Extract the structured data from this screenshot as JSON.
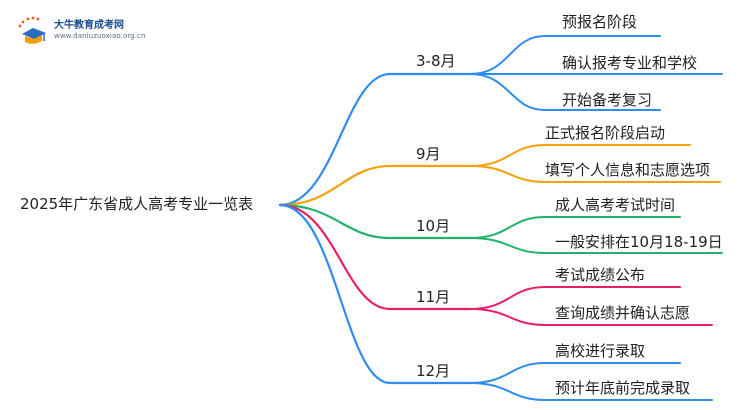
{
  "logo": {
    "title": "大牛教育成考网",
    "url": "www.daniuzuoxiao.org.cn",
    "icon": "graduation-cap-logo",
    "colors": {
      "cap": "#2b6cc4",
      "book": "#f2a000",
      "dots": "#f05a28"
    }
  },
  "root": {
    "label": "2025年广东省成人高考专业一览表"
  },
  "branches": [
    {
      "month": "3-8月",
      "color": "#2f8cf0",
      "items": [
        "预报名阶段",
        "确认报考专业和学校",
        "开始备考复习"
      ]
    },
    {
      "month": "9月",
      "color": "#f2a20a",
      "items": [
        "正式报名阶段启动",
        "填写个人信息和志愿选项"
      ]
    },
    {
      "month": "10月",
      "color": "#21b36a",
      "items": [
        "成人高考考试时间",
        "一般安排在10月18-19日"
      ]
    },
    {
      "month": "11月",
      "color": "#e8206a",
      "items": [
        "考试成绩公布",
        "查询成绩并确认志愿"
      ]
    },
    {
      "month": "12月",
      "color": "#2f8cf0",
      "items": [
        "高校进行录取",
        "预计年底前完成录取"
      ]
    }
  ]
}
